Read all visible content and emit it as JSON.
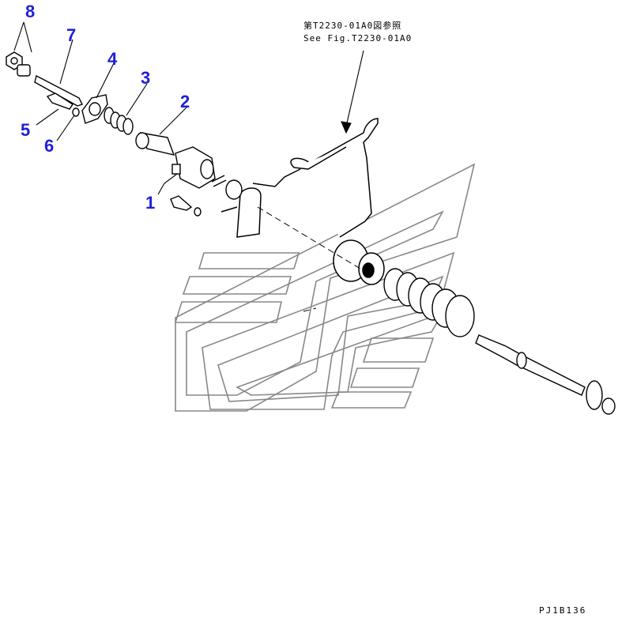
{
  "callouts": [
    {
      "id": "1",
      "label": "1"
    },
    {
      "id": "2",
      "label": "2"
    },
    {
      "id": "3",
      "label": "3"
    },
    {
      "id": "4",
      "label": "4"
    },
    {
      "id": "5",
      "label": "5"
    },
    {
      "id": "6",
      "label": "6"
    },
    {
      "id": "7",
      "label": "7"
    },
    {
      "id": "8",
      "label": "8"
    }
  ],
  "reference_note": {
    "jp": "第T2230-01A0図参照",
    "en": "See Fig.T2230-01A0"
  },
  "drawing_code": "PJ1B136",
  "colors": {
    "callout": "#1f1fd6",
    "line": "#000000",
    "background_machine": "#888888"
  }
}
